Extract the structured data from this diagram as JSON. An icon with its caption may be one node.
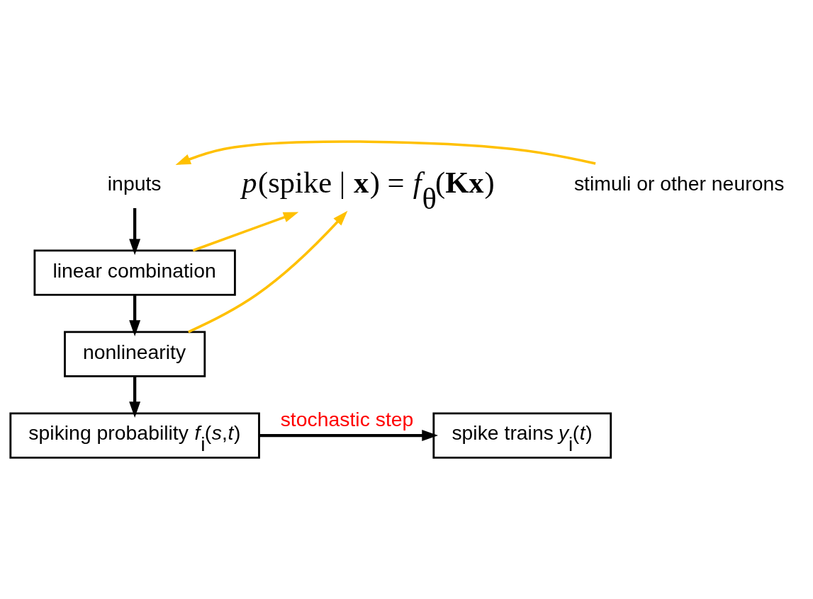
{
  "diagram": {
    "nodes": [
      {
        "text": [
          "inputs"
        ]
      },
      {
        "text": [
          "stimuli or other neurons"
        ]
      },
      {
        "text": [
          "linear combination"
        ]
      },
      {
        "text": [
          "nonlinearity"
        ]
      },
      {
        "text": [
          "spiking probability *f*$_{i}$(*s*,*t*)"
        ]
      },
      {
        "text": [
          "spike trains *y*$_{i}$(*t*)"
        ]
      },
      {
        "text": [
          "*p*(spike | **x**) = *f*$_{θ}$(**Kx**)"
        ]
      }
    ],
    "edges": [
      {
        "from": 1,
        "to": 0,
        "arrow": "to",
        "color": "#ffc000"
      },
      {
        "from": 0,
        "to": 2,
        "arrow": "to"
      },
      {
        "from": 2,
        "to": 3,
        "arrow": "to"
      },
      {
        "from": 3,
        "to": 4,
        "arrow": "to"
      },
      {
        "from": 4,
        "to": 5,
        "arrow": "to",
        "label": "stochastic step"
      },
      {
        "from": 2,
        "to": 6,
        "arrow": "to",
        "color": "#ffc000"
      },
      {
        "from": 3,
        "to": 6,
        "arrow": "to",
        "color": "#ffc000"
      }
    ]
  }
}
